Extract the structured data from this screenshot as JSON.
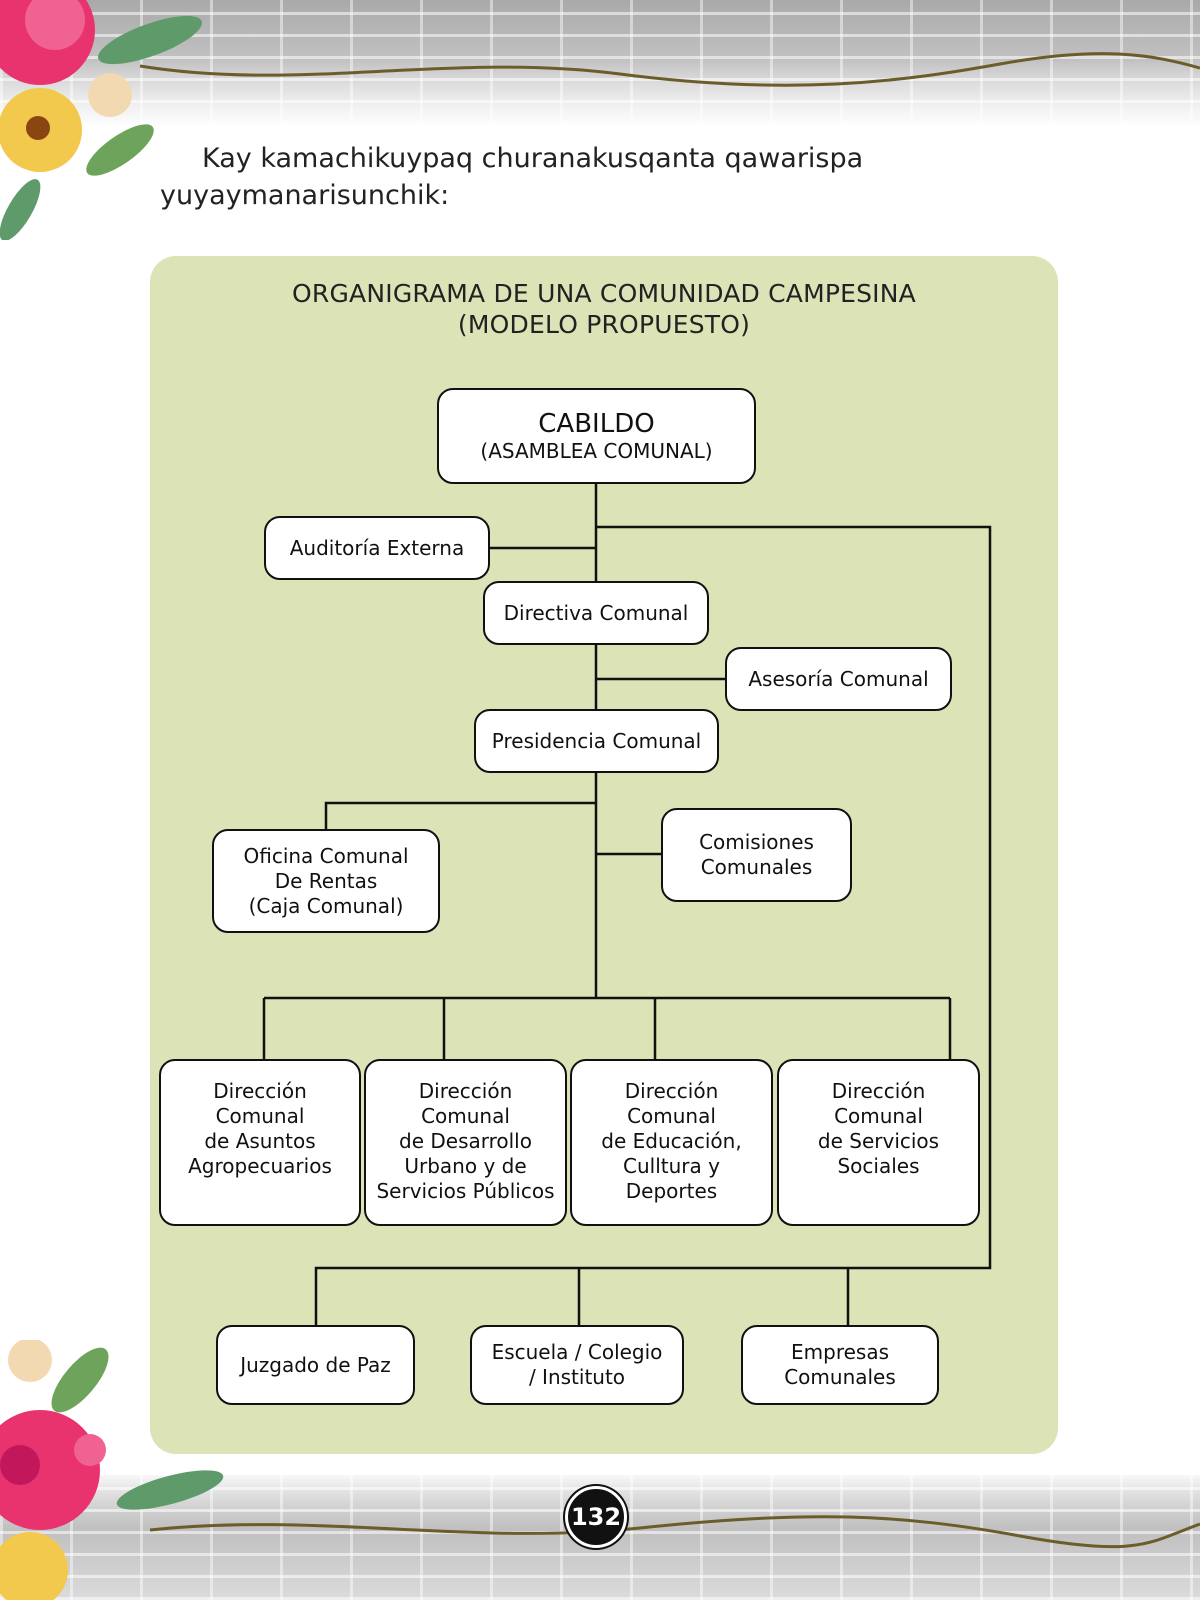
{
  "intro_text": {
    "line1": "Kay kamachikuypaq churanakusqanta qawarispa",
    "line2": "yuyaymanarisunchik:"
  },
  "diagram": {
    "title_line1": "ORGANIGRAMA DE UNA COMUNIDAD CAMPESINA",
    "title_line2": "(MODELO PROPUESTO)",
    "nodes": {
      "cabildo": {
        "line1": "CABILDO",
        "line2": "(ASAMBLEA COMUNAL)"
      },
      "auditoria": {
        "line1": "Auditoría Externa"
      },
      "directiva": {
        "line1": "Directiva Comunal"
      },
      "asesoria": {
        "line1": "Asesoría Comunal"
      },
      "presidencia": {
        "line1": "Presidencia Comunal"
      },
      "oficina_rentas": {
        "line1": "Oficina Comunal",
        "line2": "De Rentas",
        "line3": "(Caja Comunal)"
      },
      "comisiones": {
        "line1": "Comisiones",
        "line2": "Comunales"
      },
      "dir_agro": {
        "line1": "Dirección Comunal",
        "line2": "de Asuntos",
        "line3": "Agropecuarios"
      },
      "dir_urbano": {
        "line1": "Dirección Comunal",
        "line2": "de Desarrollo",
        "line3": "Urbano y de",
        "line4": "Servicios Públicos"
      },
      "dir_educacion": {
        "line1": "Dirección Comunal",
        "line2": "de Educación,",
        "line3": "Culltura y Deportes"
      },
      "dir_servicios": {
        "line1": "Dirección Comunal",
        "line2": "de Servicios",
        "line3": "Sociales"
      },
      "juzgado": {
        "line1": "Juzgado de Paz"
      },
      "escuela": {
        "line1": "Escuela / Colegio",
        "line2": "/ Instituto"
      },
      "empresas": {
        "line1": "Empresas",
        "line2": "Comunales"
      }
    }
  },
  "page_number": "132",
  "colors": {
    "panel_background": "#dce3b6",
    "node_background": "#ffffff",
    "connector": "#111111",
    "wave_line": "#6b5d2a",
    "flower_pink": "#e8336f",
    "flower_yellow": "#f2c94c",
    "leaf_green": "#5f9a6a"
  },
  "decorations": {
    "top_left_flowers": "flower-bouquet-icon",
    "bottom_left_flowers": "flower-bouquet-icon",
    "brick_band": "brick-wall-texture"
  }
}
